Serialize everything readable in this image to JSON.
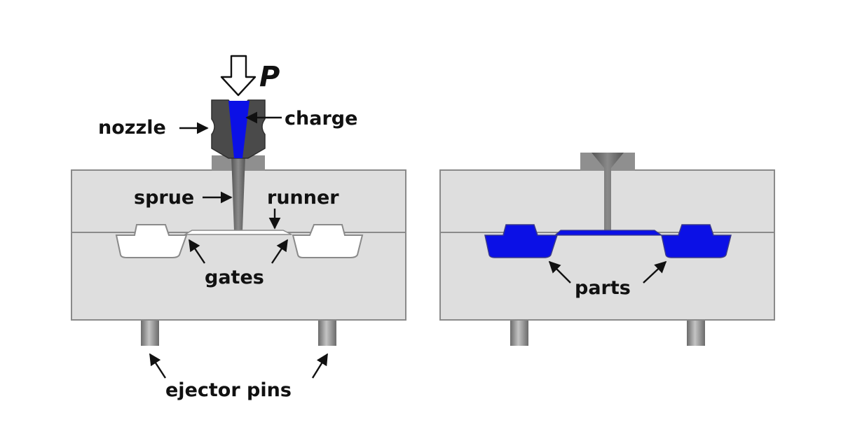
{
  "labels": {
    "pressure": "P",
    "nozzle": "nozzle",
    "charge": "charge",
    "sprue": "sprue",
    "runner": "runner",
    "gates": "gates",
    "ejector_pins": "ejector pins",
    "parts": "parts"
  },
  "colors": {
    "plastic": "#0b10e6",
    "mold": "#dedede",
    "mold_edge": "#8a8a8a",
    "steel_dark": "#4a4a4a",
    "steel": "#808080",
    "empty_cavity": "#ffffff",
    "label_text": "#111111"
  }
}
